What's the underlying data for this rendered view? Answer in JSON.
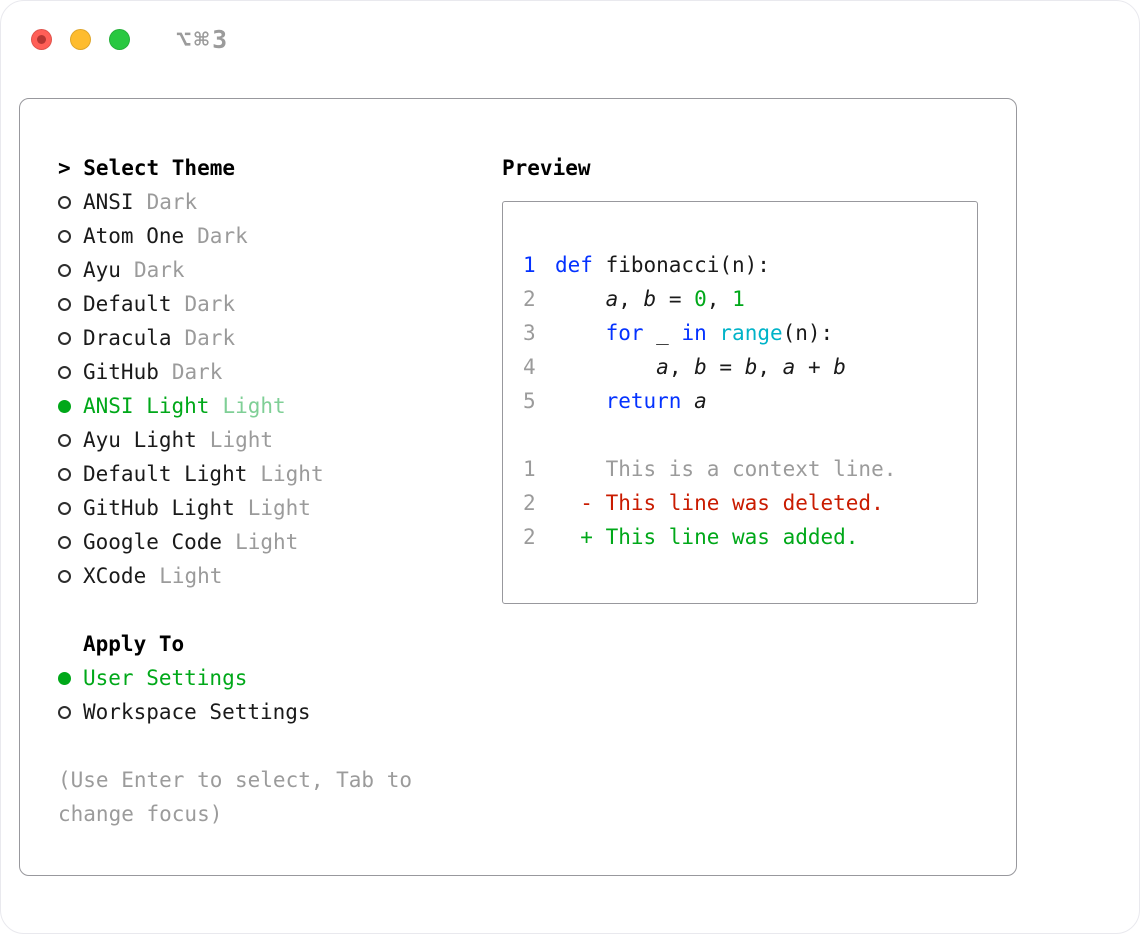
{
  "window": {
    "shortcut": "⌥⌘3",
    "traffic_lights": {
      "close": "#ff5f57",
      "minimize": "#febc2e",
      "zoom": "#28c840"
    }
  },
  "selector": {
    "title": "> Select Theme",
    "themes": [
      {
        "name": "ANSI",
        "variant": "Dark",
        "selected": false
      },
      {
        "name": "Atom One",
        "variant": "Dark",
        "selected": false
      },
      {
        "name": "Ayu",
        "variant": "Dark",
        "selected": false
      },
      {
        "name": "Default",
        "variant": "Dark",
        "selected": false
      },
      {
        "name": "Dracula",
        "variant": "Dark",
        "selected": false
      },
      {
        "name": "GitHub",
        "variant": "Dark",
        "selected": false
      },
      {
        "name": "ANSI Light",
        "variant": "Light",
        "selected": true
      },
      {
        "name": "Ayu Light",
        "variant": "Light",
        "selected": false
      },
      {
        "name": "Default Light",
        "variant": "Light",
        "selected": false
      },
      {
        "name": "GitHub Light",
        "variant": "Light",
        "selected": false
      },
      {
        "name": "Google Code",
        "variant": "Light",
        "selected": false
      },
      {
        "name": "XCode",
        "variant": "Light",
        "selected": false
      }
    ],
    "apply_title": "Apply To",
    "apply_options": [
      {
        "label": "User Settings",
        "selected": true
      },
      {
        "label": "Workspace Settings",
        "selected": false
      }
    ],
    "hint": "(Use Enter to select, Tab to change focus)",
    "accent_green": "#00a819"
  },
  "preview": {
    "title": "Preview",
    "lines": [
      {
        "num": "1",
        "num_color": "#0432ff",
        "tokens": [
          {
            "text": "def ",
            "color": "#0432ff"
          },
          {
            "text": "fibonacci(n):"
          }
        ]
      },
      {
        "num": "2",
        "tokens": [
          {
            "text": "    "
          },
          {
            "text": "a",
            "italic": true
          },
          {
            "text": ", "
          },
          {
            "text": "b",
            "italic": true
          },
          {
            "text": " = "
          },
          {
            "text": "0",
            "color": "#00a819"
          },
          {
            "text": ", "
          },
          {
            "text": "1",
            "color": "#00a819"
          }
        ]
      },
      {
        "num": "3",
        "tokens": [
          {
            "text": "    "
          },
          {
            "text": "for",
            "color": "#0432ff"
          },
          {
            "text": " _ "
          },
          {
            "text": "in",
            "color": "#0432ff"
          },
          {
            "text": " "
          },
          {
            "text": "range",
            "color": "#00b3c8"
          },
          {
            "text": "(n):"
          }
        ]
      },
      {
        "num": "4",
        "tokens": [
          {
            "text": "        "
          },
          {
            "text": "a",
            "italic": true
          },
          {
            "text": ", "
          },
          {
            "text": "b",
            "italic": true
          },
          {
            "text": " = "
          },
          {
            "text": "b",
            "italic": true
          },
          {
            "text": ", "
          },
          {
            "text": "a",
            "italic": true
          },
          {
            "text": " + "
          },
          {
            "text": "b",
            "italic": true
          }
        ]
      },
      {
        "num": "5",
        "tokens": [
          {
            "text": "    "
          },
          {
            "text": "return",
            "color": "#0432ff"
          },
          {
            "text": " "
          },
          {
            "text": "a",
            "italic": true
          }
        ]
      },
      {
        "num": "",
        "tokens": []
      },
      {
        "num": "1",
        "tokens": [
          {
            "text": "    This is a context line.",
            "color": "#9b9b9b"
          }
        ]
      },
      {
        "num": "2",
        "tokens": [
          {
            "text": "  - This line was deleted.",
            "color": "#c91b00"
          }
        ]
      },
      {
        "num": "2",
        "tokens": [
          {
            "text": "  + This line was added.",
            "color": "#00a819"
          }
        ]
      }
    ]
  }
}
